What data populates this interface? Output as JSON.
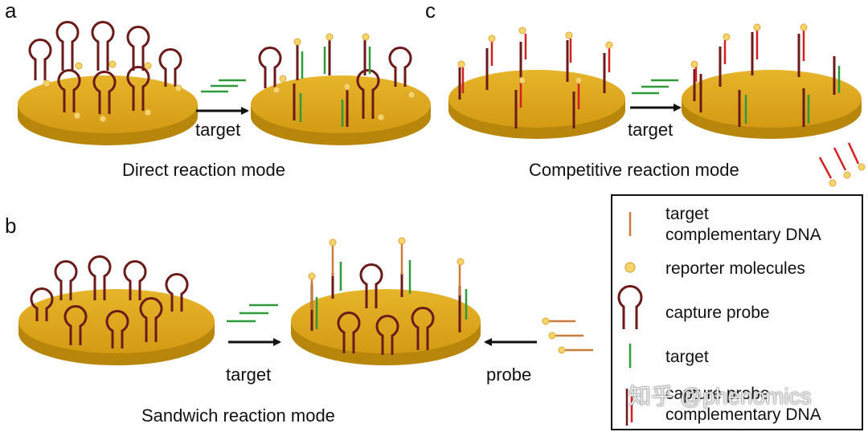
{
  "panels": {
    "a": {
      "letter": "a",
      "mode_label": "Direct reaction mode",
      "arrow_label": "target"
    },
    "b": {
      "letter": "b",
      "mode_label": "Sandwich reaction mode",
      "arrow_label_target": "target",
      "arrow_label_probe": "probe"
    },
    "c": {
      "letter": "c",
      "mode_label": "Competitive reaction mode",
      "arrow_label": "target"
    }
  },
  "legend": {
    "items": [
      {
        "icon": "target-complementary-dna-icon",
        "label_lines": [
          "target",
          "complementary DNA"
        ],
        "color": "#c87d3c"
      },
      {
        "icon": "reporter-molecule-icon",
        "label_lines": [
          "reporter molecules"
        ],
        "color": "#f4d56a"
      },
      {
        "icon": "capture-probe-icon",
        "label_lines": [
          "capture probe"
        ],
        "color": "#6b1a1a"
      },
      {
        "icon": "target-icon",
        "label_lines": [
          "target"
        ],
        "color": "#2e9a3a"
      },
      {
        "icon": "capture-probe-complementary-dna-icon",
        "label_lines": [
          "capture probe",
          "complementary DNA"
        ],
        "color": "#d42020"
      }
    ]
  },
  "watermark": "知乎 @phenomics",
  "colors": {
    "gold": "#dba51c",
    "gold_edge": "#b8860b",
    "capture_probe": "#6b1a1a",
    "target": "#2e9a3a",
    "target_complementary": "#c87d3c",
    "competitive_strand": "#d42020",
    "reporter": "#f4d56a"
  }
}
